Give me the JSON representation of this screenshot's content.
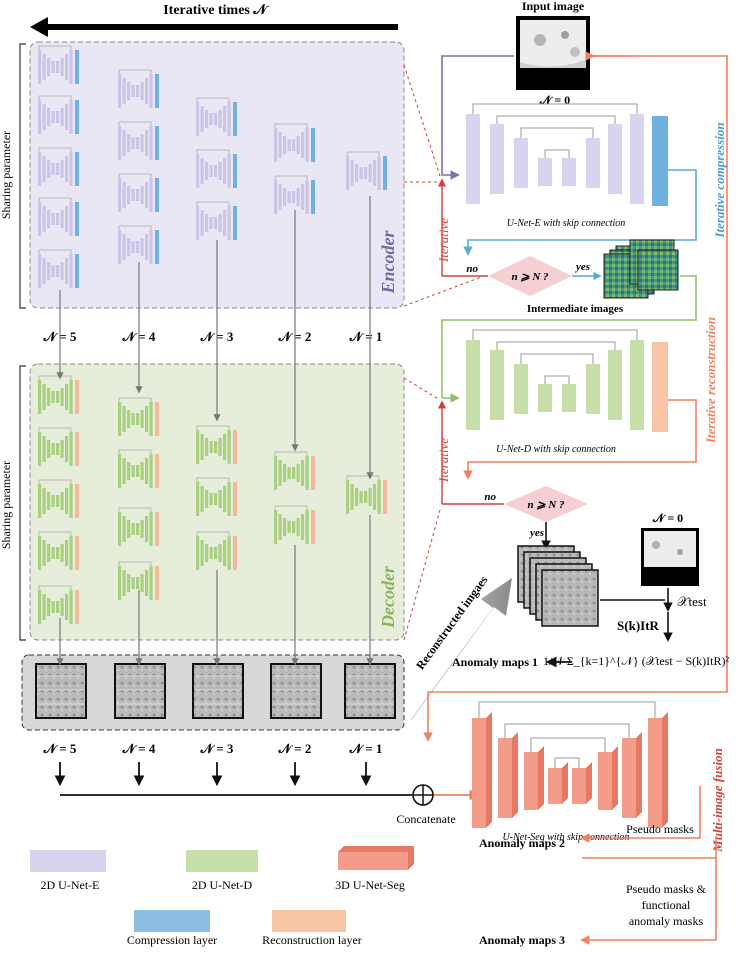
{
  "title": "Iterative times 𝒩",
  "input": {
    "title": "Input image",
    "n_label": "𝒩 = 0"
  },
  "side_labels": {
    "encoder_share": "Sharing parameter",
    "decoder_share": "Sharing parameter"
  },
  "encoder_label": "Encoder",
  "decoder_label": "Decoder",
  "n_labels": [
    "𝒩 = 5",
    "𝒩 = 4",
    "𝒩 = 3",
    "𝒩 = 2",
    "𝒩 = 1"
  ],
  "bottom_n_labels": [
    "𝒩 = 5",
    "𝒩 = 4",
    "𝒩 = 3",
    "𝒩 = 2",
    "𝒩 = 1"
  ],
  "iterative_labels": [
    "Iterative",
    "Iterative"
  ],
  "unet_e_caption": "U-Net-E with skip connection",
  "unet_d_caption": "U-Net-D with skip connection",
  "unet_seg_caption": "U-Net-Seg with skip connection",
  "side_titles": {
    "compression": "Iterative compression",
    "reconstruction": "Iterative reconstruction",
    "fusion": "Multi-image fusion"
  },
  "decision1": {
    "text": "n ⩾ N ?",
    "no": "no",
    "yes": "yes"
  },
  "decision2": {
    "text": "n ⩾ N ?",
    "no": "no",
    "yes": "yes"
  },
  "intermediate_label": "Intermediate images",
  "reconstructed_label": "Reconstructed imgaes",
  "test": {
    "n_label": "𝒩 = 0",
    "x_label": "𝒳test"
  },
  "s_label": "S(k)ItR",
  "formula": "1/𝒩 Σ_{k=1}^{𝒩} (𝒳test − S(k)ItR)²",
  "anomaly_maps": [
    "Anomaly maps 1",
    "Anomaly maps 2",
    "Anomaly maps 3"
  ],
  "concatenate": "Concatenate",
  "pseudo_masks": "Pseudo masks",
  "pseudo_functional": [
    "Pseudo masks &",
    "functional",
    "anomaly masks"
  ],
  "legend": [
    {
      "label": "2D U-Net-E",
      "color": "#d8d3ee"
    },
    {
      "label": "2D U-Net-D",
      "color": "#c6dfa8"
    },
    {
      "label": "3D U-Net-Seg",
      "color": "#f39c8a"
    },
    {
      "label": "Compression layer",
      "color": "#8ebfe3"
    },
    {
      "label": "Reconstruction layer",
      "color": "#f8c4a6"
    }
  ],
  "colors": {
    "purple": "#7a6fb0",
    "green": "#8fc16a",
    "orange": "#f0805f",
    "red": "#d1403a",
    "blue": "#5aa9d6"
  }
}
